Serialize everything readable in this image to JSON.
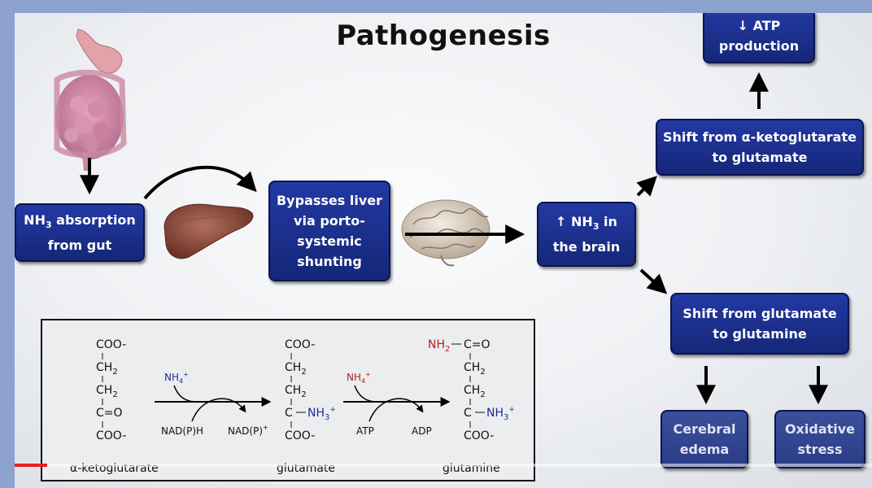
{
  "title": "Pathogenesis",
  "boxes": {
    "nh3_absorption": {
      "line1_pre": "NH",
      "line1_sub": "3",
      "line1_post": " absorption",
      "line2": "from gut"
    },
    "bypasses_liver": {
      "line1": "Bypasses liver",
      "line2": "via porto-",
      "line3": "systemic",
      "line4": "shunting"
    },
    "nh3_brain": {
      "line1_pre": "↑ NH",
      "line1_sub": "3",
      "line1_post": " in",
      "line2": "the brain"
    },
    "atp_production": {
      "line1": "↓ ATP",
      "line2": "production"
    },
    "shift_akg": {
      "line1": "Shift from α-ketoglutarate",
      "line2": "to glutamate"
    },
    "shift_glutamine": {
      "line1": "Shift from glutamate",
      "line2": "to glutamine"
    },
    "cerebral_edema": {
      "line1": "Cerebral",
      "line2": "edema"
    },
    "oxidative_stress": {
      "line1": "Oxidative",
      "line2": "stress"
    }
  },
  "reaction": {
    "akg": {
      "coo_top": "COO-",
      "ch2_a": "CH",
      "ch2_b": "CH",
      "sub2": "2",
      "co": "C=O",
      "coo_bottom": "COO-",
      "label": "α-ketoglutarate"
    },
    "glutamate": {
      "coo_top": "COO-",
      "ch2_a": "CH",
      "ch2_b": "CH",
      "sub2": "2",
      "c": "C",
      "nh3": "NH",
      "sub3": "3",
      "sup": "+",
      "coo_bottom": "COO-",
      "label": "glutamate"
    },
    "glutamine": {
      "nh2": "NH",
      "sub2": "2",
      "c_eq_o": "C=O",
      "ch2_a": "CH",
      "ch2_b": "CH",
      "c": "C",
      "nh3": "NH",
      "sub3": "3",
      "sup": "+",
      "coo_bottom": "COO-",
      "label": "glutamine"
    },
    "step1": {
      "nh4": "NH",
      "sub4": "4",
      "sup": "+",
      "cofactor_in": "NAD(P)H",
      "cofactor_out": "NAD(P)",
      "cofactor_out_sup": "+"
    },
    "step2": {
      "nh4": "NH",
      "sub4": "4",
      "sup": "+",
      "energy_in": "ATP",
      "energy_out": "ADP"
    }
  },
  "images": {
    "gut": "gut-illustration",
    "liver": "liver-illustration",
    "brain": "brain-illustration"
  },
  "video_progress": 0.038,
  "colors": {
    "box": "#1b2f8a",
    "ammonia_blue": "#1a2e9c",
    "ammonia_red": "#b52020",
    "progress": "#e52222"
  }
}
